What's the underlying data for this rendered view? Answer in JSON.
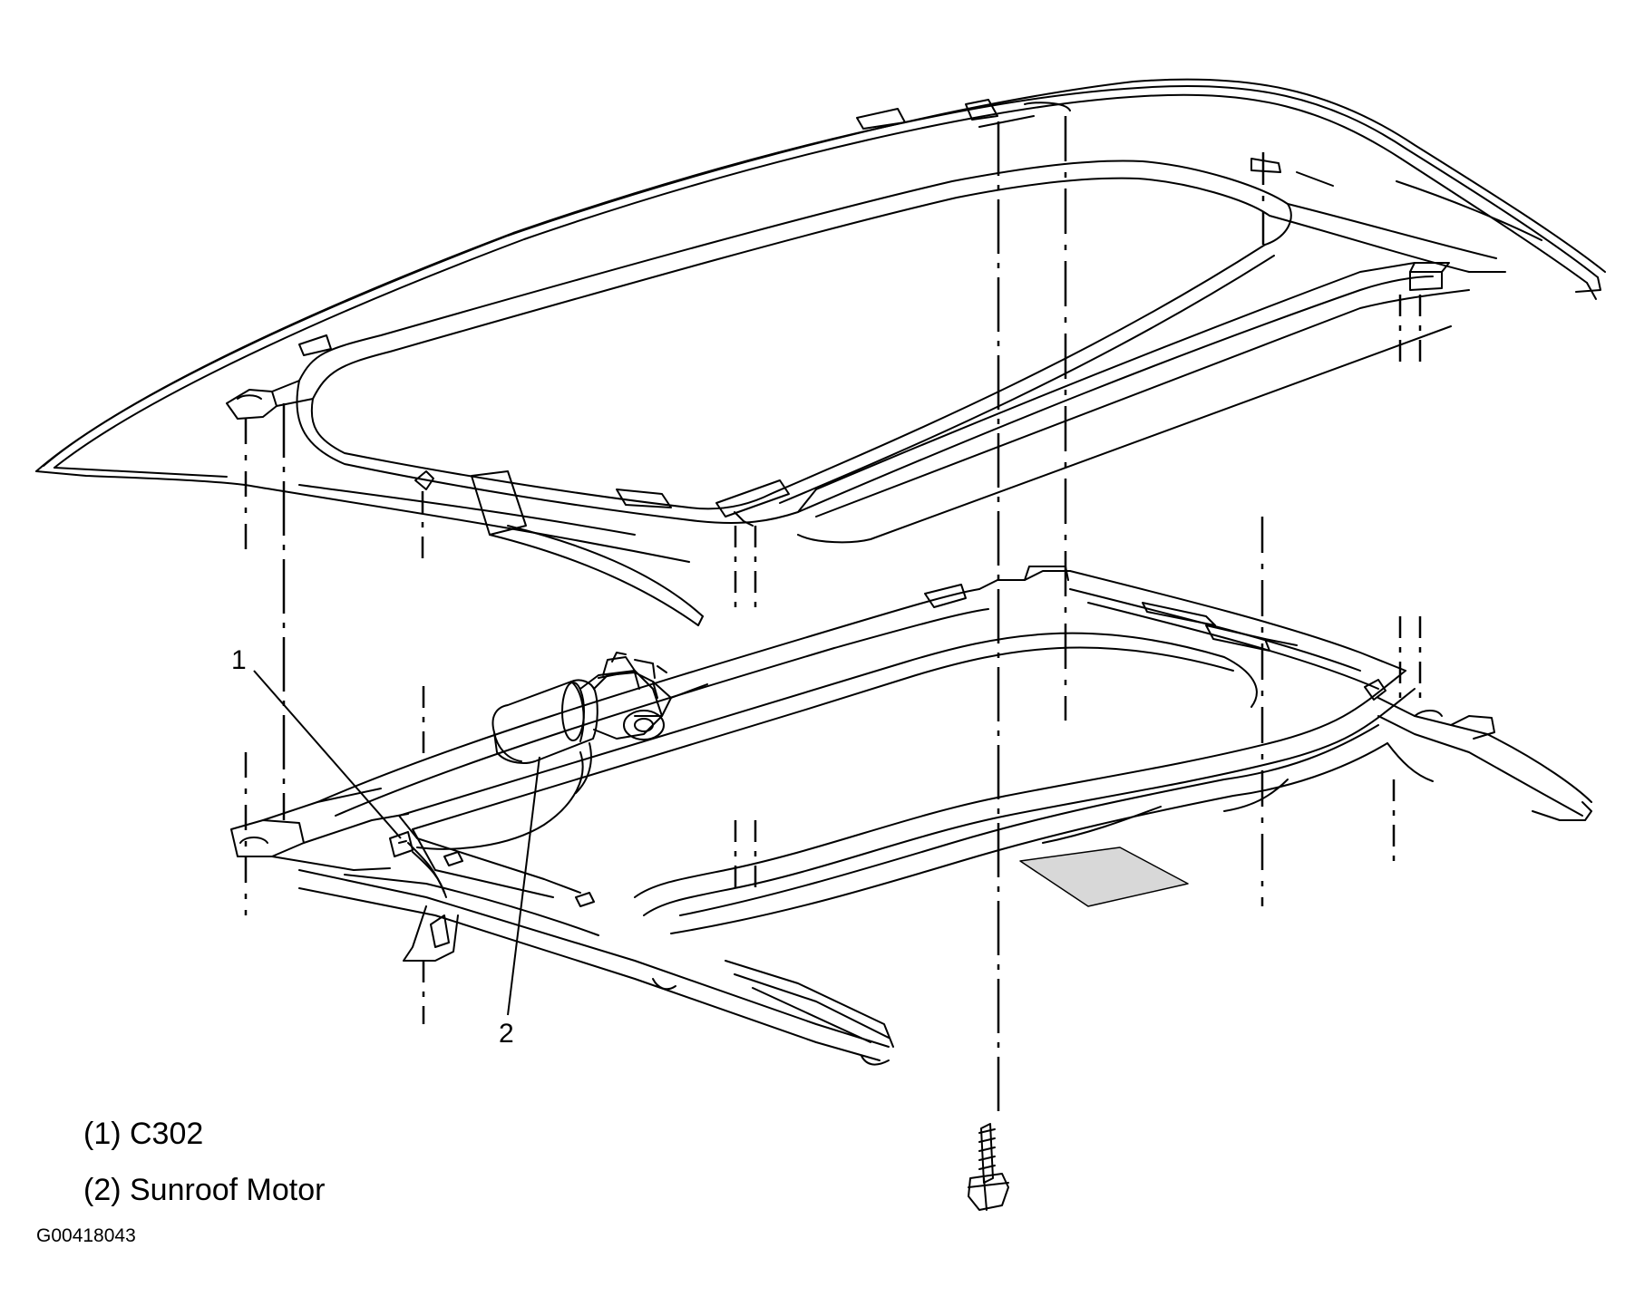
{
  "callouts": [
    {
      "number": "1"
    },
    {
      "number": "2"
    }
  ],
  "legend": [
    {
      "label": "(1) C302"
    },
    {
      "label": "(2) Sunroof Motor"
    }
  ],
  "figure_id": "G00418043",
  "colors": {
    "line": "#000000",
    "background": "#ffffff",
    "shading": "#d8d8d8"
  }
}
